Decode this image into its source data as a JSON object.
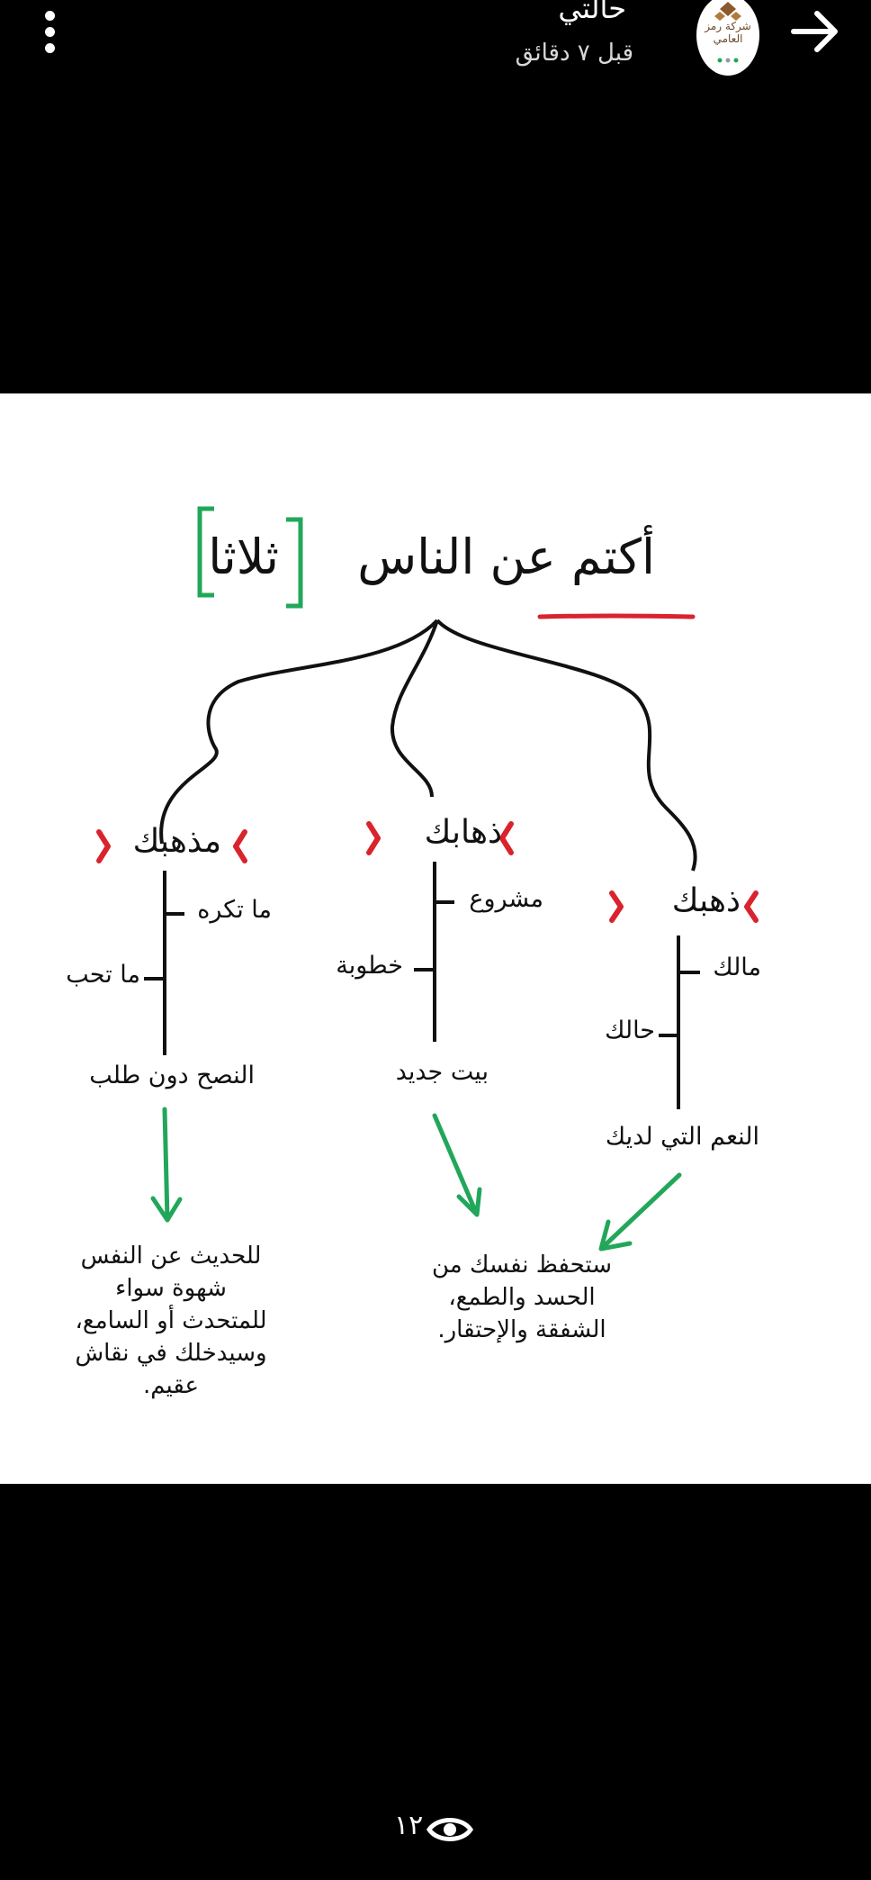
{
  "header": {
    "status_title": "حالتي",
    "time_ago": "قبل ٧ دقائق",
    "account_brand": "شركة رمز العامي"
  },
  "story": {
    "heading": "أكتم عن الناس",
    "heading_highlight": "ثلاثا",
    "branches": [
      {
        "label": "ذهبك",
        "items": [
          "مالك",
          "حالك",
          "النعم التي لديك"
        ],
        "advice": "ستحفظ نفسك من الحسد والطمع، الشفقة والإحتقار."
      },
      {
        "label": "ذهابك",
        "items": [
          "مشروع",
          "خطوبة",
          "بيت جديد"
        ],
        "advice": ""
      },
      {
        "label": "مذهبك",
        "items": [
          "ما تكره",
          "ما تحب",
          "النصح دون طلب"
        ],
        "advice": "للحديث عن النفس شهوة سواء للمتحدث أو السامع، وسيدخلك في نقاش عقيم."
      }
    ]
  },
  "footer": {
    "views_count": "١٢"
  },
  "colors": {
    "accent_red": "#d9232d",
    "accent_green": "#22a75a"
  }
}
